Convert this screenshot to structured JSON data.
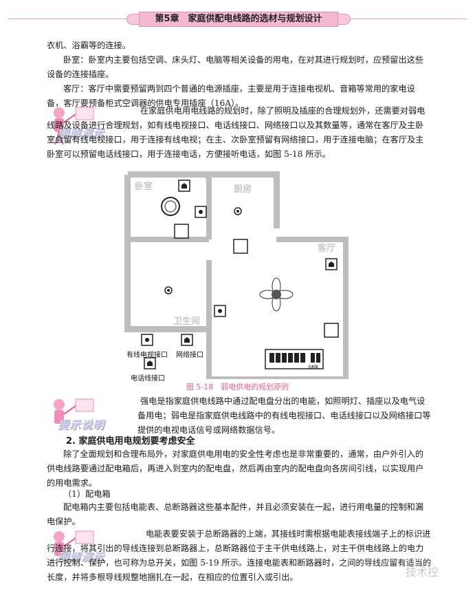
{
  "header": {
    "title": "第5章　家庭供配电线路的选材与规划设计"
  },
  "paragraphs": {
    "p1": "衣机、浴霸等的连接。",
    "p2": "卧室：卧室内主要包括空调、床头灯、电脑等相关设备的用电，在对其进行规划时，应预留出这些设备的连接插座。",
    "p3": "客厅：客厅中需要预留两到四个普通的电源插座，主要是用于连接电视机、音箱等常用的家电设备，客厅要预备柜式空调器的供电专用插座（16A）。",
    "p4a": "在家庭供电用电线路的规划时，除了照明及插座的合理规划外，还需要对弱电线路及设备进行合理规划，如有线电视接口、电话线接口、网络接口以及其数量等，通常在客厅及主卧室会留有线电视接口，用于连接有线电视；在主、次卧室预留有网络接口，用于连接电脑；在客厅及主卧室可以预留电话线接口，用于连接电话，方便接听电话，如图 5-18 所示。",
    "p5": "强电是指家庭供电线路中通过配电盘分出的电能，如照明灯、插座以及电气设备用电；弱电是指家庭供电线路中的有线电视接口、电话线接口以及网络接口等提供的电视电话信号或网络数据信号。",
    "h2": "2.  家庭供电用电规划要考虑安全",
    "p6": "除了全面规划和合理布局外，对家庭供电用电的安全性考虑也是非常重要的，通常，由户外引入的供电线路要通过配电箱后，再进入到室内的配电盘，然后再由室内的配电盘向各房间引线，以实现用户的用电需求。",
    "h3": "（1）配电箱",
    "p7": "配电箱内主要包括电能表、总断路器这些基本配件，并且必须安装在一起，进行用电量的控制和漏电保护。",
    "p8": "电能表要安装于总断路器的上端，其接线时需根据电能表接线端子上的标识进行连接，将其引出的导线连接到总断路器上，总断路器位于主干供电线路上，对主干供电线路上的电力进行控制、保护，也可称为总开关，如图 5-19 所示。连接电能表和断路器时，之间的导线应留有适当的长度，并将多根导线规整地捆扎在一起，在相应的位置引入或引出。"
  },
  "badges": {
    "b1": "图解演示",
    "b2": "提示说明",
    "b3": "图解演示"
  },
  "figure": {
    "rooms": {
      "bedroom": "卧室",
      "kitchen": "厨房",
      "living": "客厅",
      "bathroom": "卫生间"
    },
    "legend": {
      "tv": "有线电视接口",
      "net": "网络接口",
      "phone": "电话线接口"
    },
    "caption": "图 5-18　弱电供电的规划原则",
    "panel_tag": "总断路"
  },
  "watermark": "技术控"
}
